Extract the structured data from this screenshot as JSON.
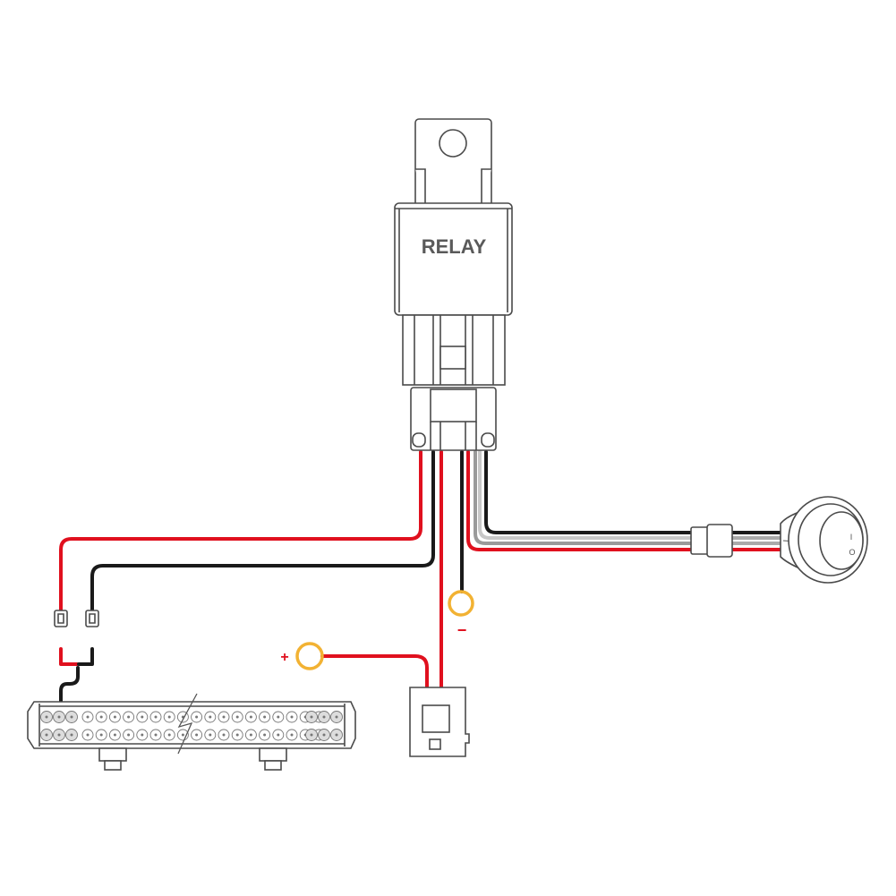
{
  "relay": {
    "label": "RELAY"
  },
  "terminals": {
    "positive_label": "+",
    "negative_label": "−"
  },
  "switch": {
    "on_mark": "I",
    "off_mark": "O"
  },
  "colors": {
    "red": "#e0101e",
    "black": "#1a1a1a",
    "ring": "#f2b233",
    "outline": "#4a4a4a",
    "relay_text": "#5a5a5a"
  }
}
